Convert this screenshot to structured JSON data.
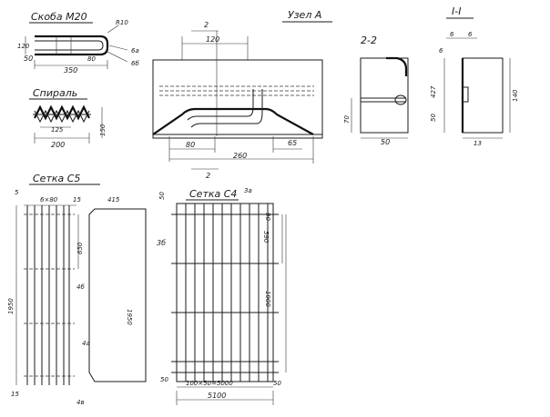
{
  "titles": {
    "skoba": "Скоба М20",
    "uzel": "Узел А",
    "spiral": "Спираль",
    "section22": "2-2",
    "section11": "I-I",
    "setka5": "Сетка С5",
    "setka4": "Сетка С4"
  },
  "skoba": {
    "r": "R10",
    "d1": "120",
    "d2": "50",
    "d3": "80",
    "d4": "350",
    "mark_a": "6а",
    "mark_b": "6б"
  },
  "spiral": {
    "d1": "125",
    "d2": "200",
    "d3": "150"
  },
  "uzel": {
    "cut": "2",
    "d_top": "120",
    "d_left": "80",
    "d_total": "260",
    "d_right": "65",
    "cut_bottom": "2"
  },
  "sec22": {
    "d_h": "70",
    "d_w": "50"
  },
  "sec11": {
    "d_a": "6",
    "d_b": "6",
    "d_c": "6",
    "d_d": "427",
    "d_e": "50",
    "d_h": "140",
    "d_w": "13"
  },
  "setka5": {
    "d_5": "5",
    "d_6x80": "6×80",
    "d_15": "15",
    "d_415": "415",
    "d_650": "650",
    "m4b": "4б",
    "m4a": "4а",
    "d_1950": "1950",
    "d_1950b": "1950",
    "d_15b": "15",
    "m4v": "4в"
  },
  "setka4": {
    "d_50t": "50",
    "m3a": "3а",
    "d_90": "90",
    "m3b": "3б",
    "d_590": "590",
    "d_1900": "1900",
    "d_50b": "50",
    "d_100x50": "100×50=5000",
    "d_50r": "50",
    "d_5100": "5100"
  }
}
